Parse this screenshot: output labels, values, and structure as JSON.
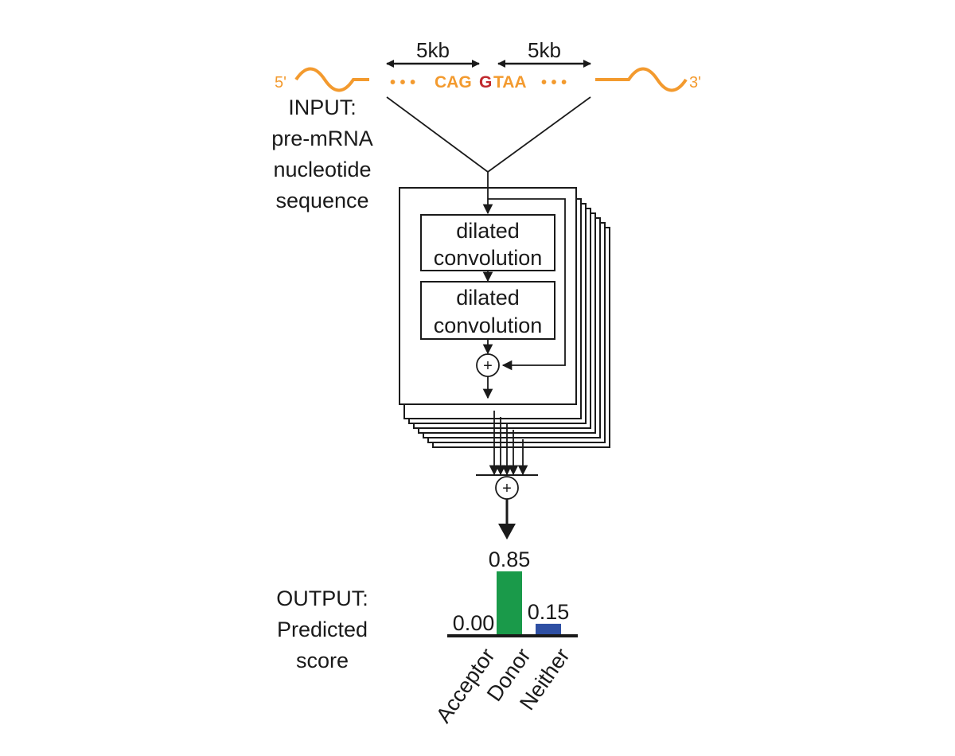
{
  "input": {
    "five_prime": "5'",
    "three_prime": "3'",
    "left_span": "5kb",
    "right_span": "5kb",
    "dots_left": "• • •",
    "seq_left": "CAG",
    "seq_highlight": "G",
    "seq_right": "TAA",
    "dots_right": "• • •",
    "label_lines": [
      "INPUT:",
      "pre-mRNA",
      "nucleotide",
      "sequence"
    ]
  },
  "network": {
    "block1": [
      "dilated",
      "convolution"
    ],
    "block2": [
      "dilated",
      "convolution"
    ],
    "plus": "+",
    "sum": "+"
  },
  "output": {
    "label_lines": [
      "OUTPUT:",
      "Predicted",
      "score"
    ]
  },
  "colors": {
    "sequence": "#f39a2e",
    "splice_site": "#c0282d",
    "donor_bar": "#1a9a4a",
    "neither_bar": "#2e4fa3"
  },
  "chart_data": {
    "type": "bar",
    "categories": [
      "Acceptor",
      "Donor",
      "Neither"
    ],
    "values": [
      0.0,
      0.85,
      0.15
    ],
    "value_labels": [
      "0.00",
      "0.85",
      "0.15"
    ],
    "colors": [
      "#1a1a1a",
      "#1a9a4a",
      "#2e4fa3"
    ],
    "ylim": [
      0,
      1
    ]
  }
}
